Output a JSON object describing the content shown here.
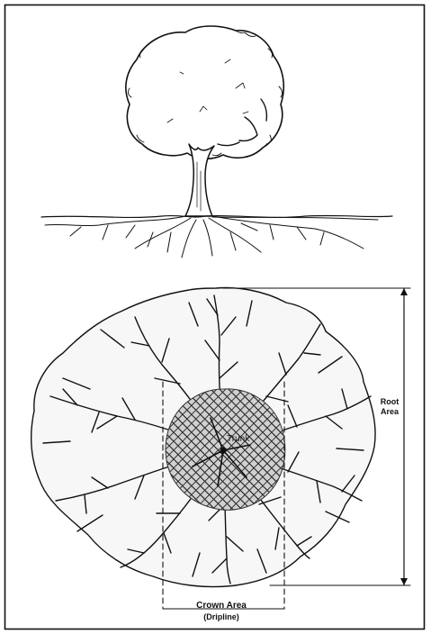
{
  "labels": {
    "root_area_line1": "Root",
    "root_area_line2": "Area",
    "trunk": "Trunk",
    "crown_area": "Crown Area",
    "dripline": "(Dripline)"
  },
  "colors": {
    "ink": "#111111",
    "trunk_zone_fill": "#c8c8c8",
    "background": "#ffffff"
  }
}
